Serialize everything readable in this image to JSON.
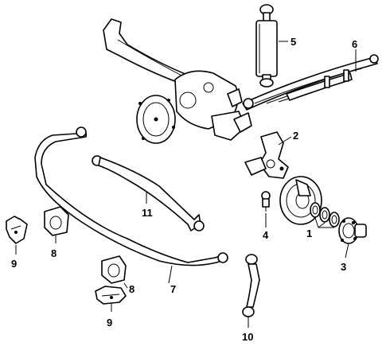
{
  "callouts": {
    "c1": "1",
    "c2": "2",
    "c3": "3",
    "c4": "4",
    "c5": "5",
    "c6": "6",
    "c7": "7",
    "c8a": "8",
    "c8b": "8",
    "c9a": "9",
    "c9b": "9",
    "c10": "10",
    "c11": "11"
  },
  "colors": {
    "line": "#000000",
    "background": "#ffffff"
  }
}
